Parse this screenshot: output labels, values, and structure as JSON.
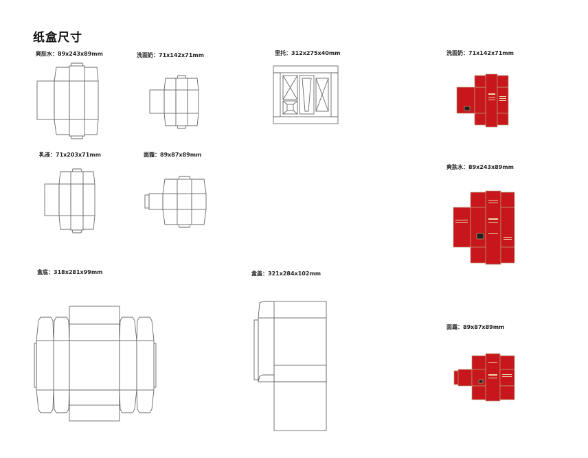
{
  "page_title": "纸盒尺寸",
  "labels": {
    "toner_dieline": "爽肤水：89x243x89mm",
    "cleanser_dieline": "洗面奶：71x142x71mm",
    "tray": "里托：312x275x40mm",
    "cleanser_printed": "洗面奶：71x142x71mm",
    "lotion_dieline": "乳液：71x203x71mm",
    "cream_dieline": "面霜：89x87x89mm",
    "toner_printed": "爽肤水：89x243x89mm",
    "box_bottom": "盒底：318x281x99mm",
    "box_lid": "盒盖：321x284x102mm",
    "cream_printed": "面霜：89x87x89mm"
  },
  "print_colors": {
    "box_red": "#c8161d",
    "edge_gold": "#b8a27a",
    "dieline": "#666666"
  }
}
